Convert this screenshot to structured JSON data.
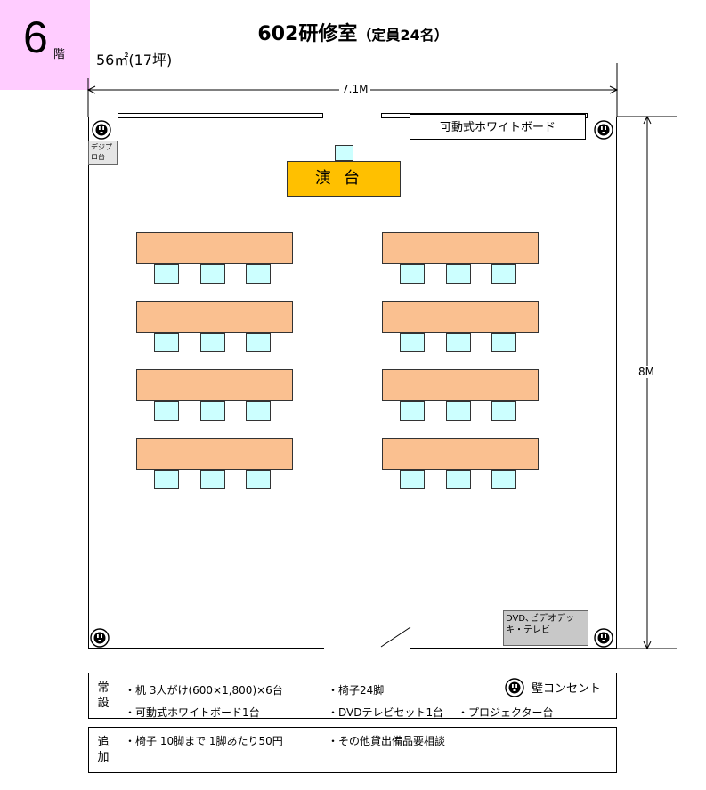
{
  "floor": {
    "number": "6",
    "suffix": "階"
  },
  "title": {
    "main": "602研修室",
    "capacity": "（定員24名）"
  },
  "area": "56㎡(17坪)",
  "dimensions": {
    "width": "7.1M",
    "height": "8M"
  },
  "room": {
    "whiteboard_label": "可動式ホワイトボード",
    "digital_outlet_label": "デジプロ台",
    "podium_label": "演台",
    "av_equipment_label": "DVD､ビデオデッキ・テレビ",
    "desk_rows": 4,
    "desk_columns": 2,
    "chairs_per_desk": 3
  },
  "equipment_table": {
    "standard": {
      "header": "常設",
      "items": [
        "・机  3人がけ(600×1,800)×6台",
        "・椅子24脚",
        "・可動式ホワイトボード1台",
        "・DVDテレビセット1台",
        "・プロジェクター台"
      ]
    },
    "legend": {
      "icon": "wall-outlet-icon",
      "label": "壁コンセント"
    },
    "additional": {
      "header": "追加",
      "items": [
        "・椅子  10脚まで  1脚あたり50円",
        "・その他貸出備品要相談"
      ]
    }
  },
  "colors": {
    "floor_badge": "#ffccff",
    "desk": "#fac090",
    "chair": "#ccffff",
    "podium": "#ffc000",
    "equipment_box": "#c8c8c8"
  }
}
